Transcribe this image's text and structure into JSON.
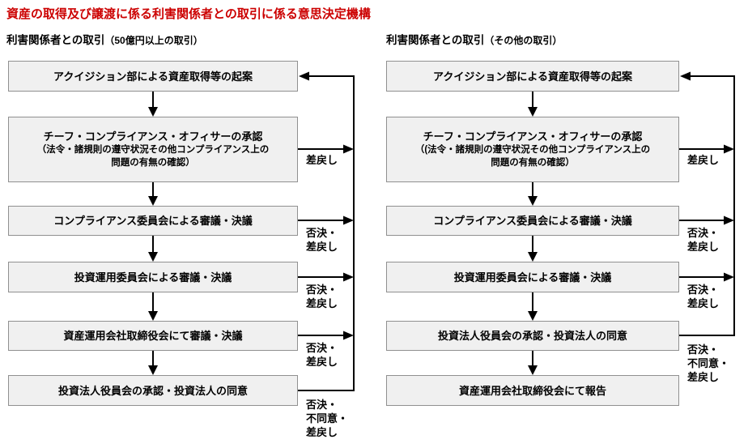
{
  "title": "資産の取得及び譲渡に係る利害関係者との取引に係る意思決定機構",
  "colors": {
    "title": "#cc0000",
    "box_fill": "#f0f0f0",
    "box_border": "#909090",
    "line": "#000000"
  },
  "columns": [
    {
      "heading": "利害関係者との取引",
      "heading_note": "（50億円以上の取引）",
      "boxes": [
        {
          "label": "アクイジション部による資産取得等の起案"
        },
        {
          "label": "チーフ・コンプライアンス・オフィサーの承認",
          "sublabel": "（法令・諸規則の遵守状況その他コンプライアンス上の\n問題の有無の確認）"
        },
        {
          "label": "コンプライアンス委員会による審議・決議"
        },
        {
          "label": "投資運用委員会による審議・決議"
        },
        {
          "label": "資産運用会社取締役会にて審議・決議"
        },
        {
          "label": "投資法人役員会の承認・投資法人の同意"
        }
      ],
      "edge_labels": [
        "差戻し",
        "否決・\n差戻し",
        "否決・\n差戻し",
        "否決・\n差戻し",
        "否決・\n不同意・\n差戻し"
      ]
    },
    {
      "heading": "利害関係者との取引",
      "heading_note": "（その他の取引）",
      "boxes": [
        {
          "label": "アクイジション部による資産取得等の起案"
        },
        {
          "label": "チーフ・コンプライアンス・オフィサーの承認",
          "sublabel": "（(法令・諸規則の遵守状況その他コンプライアンス上の\n問題の有無の確認）"
        },
        {
          "label": "コンプライアンス委員会による審議・決議"
        },
        {
          "label": "投資運用委員会による審議・決議"
        },
        {
          "label": "投資法人役員会の承認・投資法人の同意"
        },
        {
          "label": "資産運用会社取締役会にて報告"
        }
      ],
      "edge_labels": [
        "差戻し",
        "否決・\n差戻し",
        "否決・\n差戻し",
        "否決・\n不同意・\n差戻し"
      ]
    }
  ]
}
